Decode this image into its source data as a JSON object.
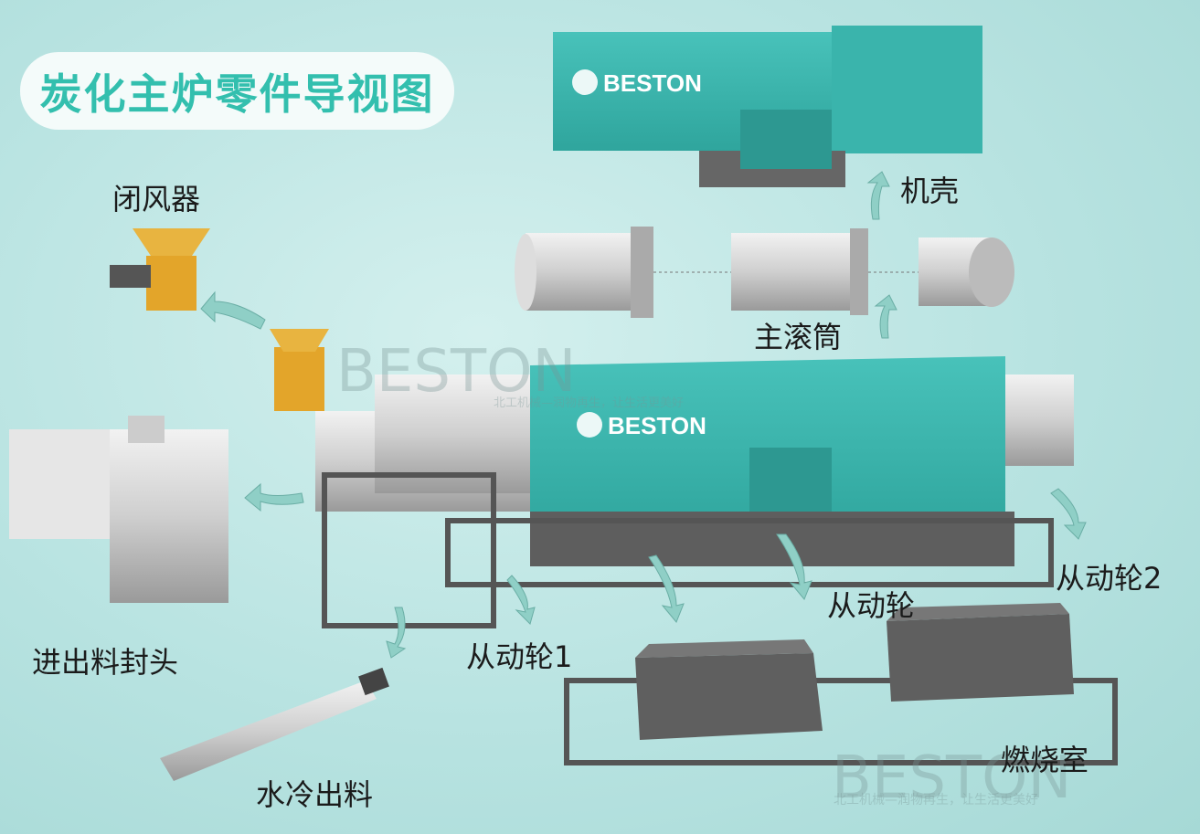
{
  "title": "炭化主炉零件导视图",
  "labels": {
    "airlock": "闭风器",
    "casing": "机壳",
    "main_drum": "主滚筒",
    "driven_wheel_2": "从动轮2",
    "driven_wheel": "从动轮",
    "driven_wheel_1": "从动轮1",
    "feed_discharge_head": "进出料封头",
    "combustion_chamber": "燃烧室",
    "water_cooled_discharge": "水冷出料"
  },
  "logo": "BESTON",
  "watermark": {
    "brand": "BESTON",
    "slogan": "北工机械—润物再生，让生活更美好"
  },
  "colors": {
    "title": "#33bfae",
    "machine_teal": "#3bb5ad",
    "base_gray": "#5e5e5e",
    "hopper_yellow": "#e3a52a",
    "arrow": "#8fcfc6"
  }
}
